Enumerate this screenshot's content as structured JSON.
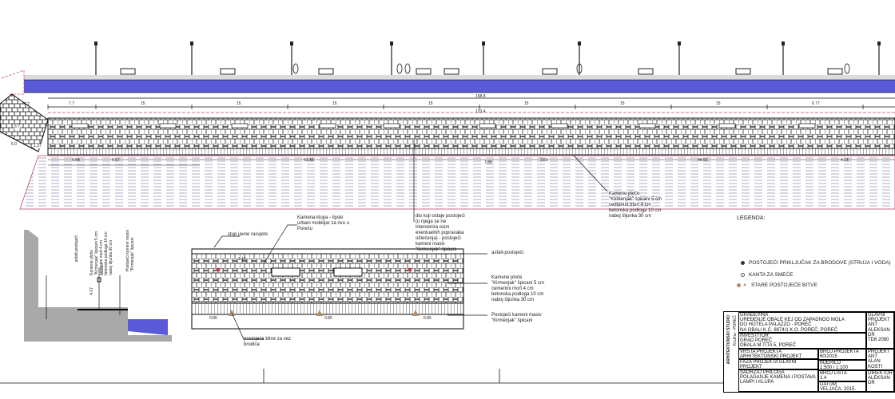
{
  "plan": {
    "dimensions_top": [
      "7.7",
      "15",
      "15",
      "15",
      "15",
      "15",
      "15",
      "15",
      "6.77"
    ],
    "total_length": "158.8",
    "inner_length": "133.4",
    "dimensions_lower": [
      "5.84",
      "5.57",
      "53.48",
      "7.88",
      "3.61",
      "48.56",
      "4.14"
    ],
    "ramp_dims": [
      "7.2",
      "5.7",
      "1.37",
      "6.0"
    ],
    "callout_1": [
      "dio koji ostaje postojeći",
      "(u njega se ne",
      "intervenira osim",
      "eventualnih popravaka",
      "oštećenja) - postojeći",
      "kameni masiv",
      "\"Kirmenjak\" špicani"
    ],
    "callout_2": [
      "Kamene ploče",
      "\"Kirmenjak\" špicani 5 cm",
      "cementni mort 4 cm",
      "betonska podloga 10 cm",
      "naboj šljunka 30 cm"
    ]
  },
  "section": {
    "labels": [
      "asfalt-postojeći",
      "Kamene ploče",
      "\"Kirmenjak\" špicani 5 cm",
      "cementni mort 4 cm",
      "betonska podloga 10 cm",
      "naboj šljunka 30 cm",
      "Postojeći kameni masiv",
      "\"Kirmenjak\" špicani"
    ],
    "height_dim": "4.07"
  },
  "detail": {
    "lamp_label": "stup javne rasvjete",
    "bench_label": [
      "Kamena klupa - tipski",
      "urbani mobilijar za rivu u",
      "Poreču"
    ],
    "asphalt_label": "asfalt-postojeći",
    "paving_label": [
      "Kamene ploče",
      "\"Kirmenjak\" špicani 5 cm",
      "cementni mort 4 cm",
      "betonska podloga 10 cm",
      "naboj šljunka 30 cm"
    ],
    "edge_label": [
      "Postojeći kameni masiv",
      "\"Kirmenjak\" špicani"
    ],
    "bollard_label": [
      "postojeće bitve za vez",
      "brodica"
    ],
    "dims": [
      "1.16",
      "0.85",
      "0.85",
      "0.85"
    ]
  },
  "legend": {
    "title": "LEGENDA:",
    "items": [
      {
        "icon": "ship-connection-icon",
        "label": "POSTOJEĆI PRIKLJUČAK ZA BRODOVE (STRUJA I VODA)",
        "color": "#333333"
      },
      {
        "icon": "trash-bin-icon",
        "label": "KANTA ZA SMEĆE",
        "color": "#555555"
      },
      {
        "icon": "bollard-icon",
        "label": "STARE POSTOJEĆE BITVE",
        "color": "#b08d6e"
      }
    ]
  },
  "title_block": {
    "firm": "ARHITEKTONSKI STUDIO",
    "firm_sub": "Kružna - POREČ",
    "building_label": "GRAĐEVINA",
    "building": [
      "UREĐENJE OBALE KEJ OD ZAPADNOG MOLA",
      "DO HOTELA PALAZZO - POREČ",
      "NA OBALI K.Č. 8874/1 K.O. POREČ, POREČ"
    ],
    "investor_label": "INVESTITOR",
    "investor": [
      "GRAD POREČ",
      "OBALA M.TITA 5, POREČ"
    ],
    "project_type_label": "VRSTA PROJEKTA",
    "project_type": "ARHITEKTONSKI PROJEKT",
    "phase_label": "FAZA PROJEKTA",
    "phase": "GLAVNI PROJEKT",
    "content_label": "SADRŽAJ PRILOGA",
    "content": [
      "POLAGANJE KAMENA I POSTAVA",
      "LAMPI I KLUPA"
    ],
    "project_no_label": "BROJ PROJEKTA",
    "project_no": "60/2015",
    "scale_label": "MJERILO",
    "scale": "1:500 / 1:100",
    "sheet_label": "BROJ LISTA",
    "sheet": "1.4",
    "date_label": "DATUM",
    "date": "VELJAČA, 2015.",
    "chief_label": "GLAVNI PROJEKTANT",
    "chief": "ALEKSANDR",
    "chief_id": "TD8 2080",
    "designer_label": "PROJEKTANT",
    "designer": "ALAN KOSTI",
    "director_label": "DIREKTOR",
    "director": "ALEKSANDR"
  },
  "colors": {
    "water": "#5a5ad8",
    "hatch": "#8a8ab0",
    "pink": "#c0406a",
    "ground": "#a9a9a9",
    "bollard": "#b08d6e"
  }
}
